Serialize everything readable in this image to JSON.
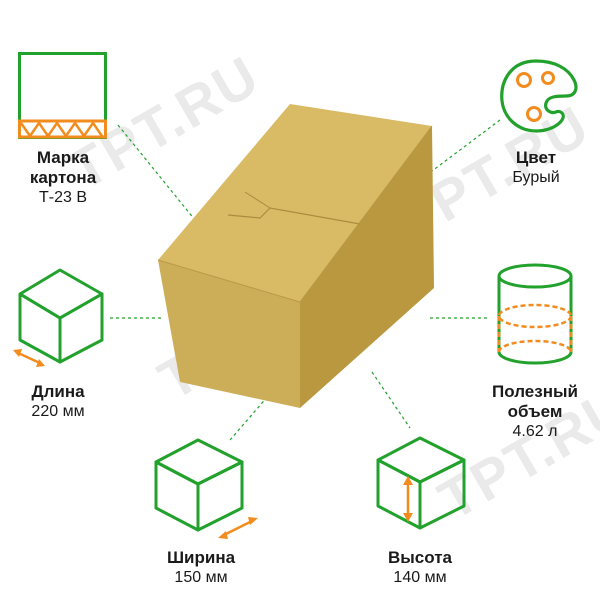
{
  "watermark": "TPT.RU",
  "colors": {
    "green": "#22A22C",
    "orange": "#F28C1E",
    "box_front": "#CDAE58",
    "box_top": "#D9BB66",
    "box_side": "#B9983F"
  },
  "features": {
    "brand": {
      "title": "Марка картона",
      "title_line1": "Марка",
      "title_line2": "картона",
      "value": "Т-23 В",
      "icon": "corrugated-board-icon"
    },
    "color": {
      "title": "Цвет",
      "value": "Бурый",
      "icon": "palette-icon"
    },
    "length": {
      "title": "Длина",
      "value": "220 мм",
      "icon": "cube-length-icon"
    },
    "volume": {
      "title": "Полезный объем",
      "title_line1": "Полезный",
      "title_line2": "объем",
      "value": "4.62 л",
      "icon": "cylinder-volume-icon"
    },
    "width": {
      "title": "Ширина",
      "value": "150 мм",
      "icon": "cube-width-icon"
    },
    "height": {
      "title": "Высота",
      "value": "140 мм",
      "icon": "cube-height-icon"
    }
  }
}
